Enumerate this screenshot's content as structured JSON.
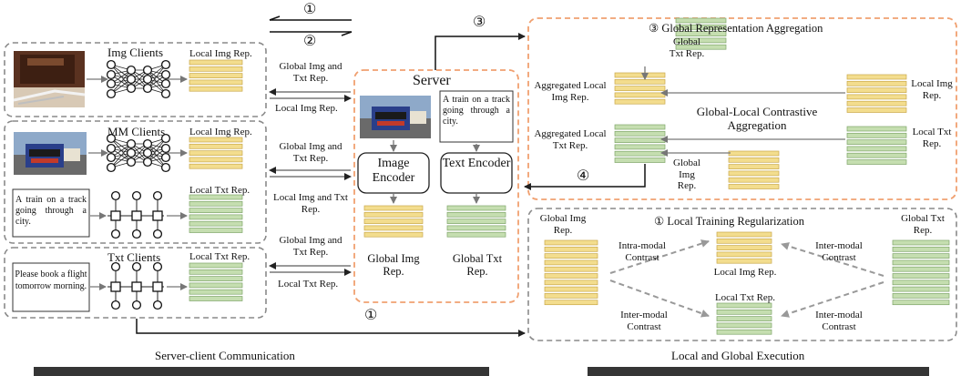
{
  "steps": {
    "s1": "①",
    "s2": "②",
    "s3": "③",
    "s4": "④"
  },
  "img_clients": {
    "title": "Img Clients",
    "rep_label": "Local Img Rep.",
    "in_label": "Global Img and Txt Rep.",
    "out_label": "Local Img Rep."
  },
  "mm_clients": {
    "title": "MM Clients",
    "img_rep_label": "Local Img Rep.",
    "txt_rep_label": "Local Txt Rep.",
    "caption": "A train on a track going through a city.",
    "in_label": "Global Img and Txt Rep.",
    "out_label": "Local Img and Txt Rep."
  },
  "txt_clients": {
    "title": "Txt Clients",
    "rep_label": "Local Txt Rep.",
    "caption": "Please book a flight tomorrow morning.",
    "in_label": "Global Img and Txt Rep.",
    "out_label": "Local Txt Rep."
  },
  "server": {
    "title": "Server",
    "caption": "A train on a track going through a city.",
    "image_encoder": "Image Encoder",
    "text_encoder": "Text Encoder",
    "global_img": "Global Img Rep.",
    "global_txt": "Global Txt Rep."
  },
  "aggregation": {
    "title": "③ Global Representation Aggregation",
    "global_txt": "Global Txt Rep.",
    "global_img": "Global Img Rep.",
    "agg_img": "Aggregated Local Img Rep.",
    "agg_txt": "Aggregated Local Txt Rep.",
    "center": "Global-Local Contrastive Aggregation",
    "local_img": "Local Img Rep.",
    "local_txt": "Local Txt Rep."
  },
  "regularization": {
    "title": "① Local Training Regularization",
    "global_img": "Global Img Rep.",
    "global_txt": "Global Txt Rep.",
    "local_img": "Local Img Rep.",
    "local_txt": "Local Txt Rep.",
    "intra_top": "Intra-modal Contrast",
    "inter_top": "Inter-modal Contrast",
    "inter_bottom": "Inter-modal Contrast",
    "intra_bottom": "Inter-modal Contrast"
  },
  "footer": {
    "left": "Server-client Communication",
    "right": "Local and Global Execution"
  },
  "colors": {
    "dashed_gray": "#8a8a8a",
    "dashed_orange": "#f0a070",
    "yellow_bar": "#f3dd8e",
    "yellow_stroke": "#c9a94a",
    "green_bar": "#c5deb0",
    "green_stroke": "#7fa56a"
  }
}
